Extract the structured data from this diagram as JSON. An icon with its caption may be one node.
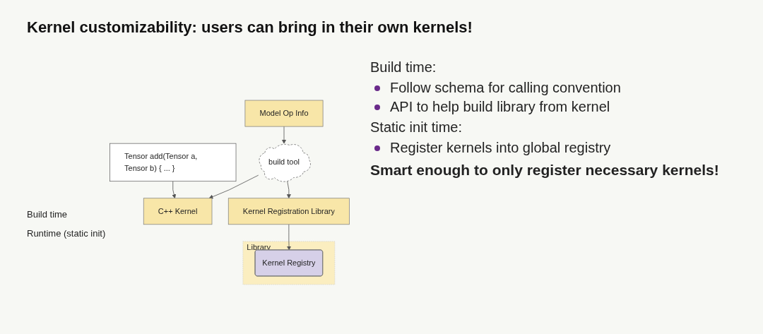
{
  "diagram": {
    "title": "Kernel customizability: users can bring in their own kernels!",
    "nodes": [
      {
        "text": [
          "Tensor add(Tensor a, Tensor b) { ... }"
        ]
      },
      {
        "text": [
          "C++ Kernel"
        ]
      },
      {
        "text": [
          "build tool"
        ]
      },
      {
        "text": [
          "Model Op Info"
        ]
      },
      {
        "text": [
          "Kernel Registration Library"
        ]
      },
      {
        "text": [
          "Library"
        ]
      },
      {
        "text": [
          "Kernel Registry"
        ],
        "in": 5
      }
    ],
    "edges": [
      {
        "from": 0,
        "to": 1,
        "arrow": "to"
      },
      {
        "from": 2,
        "to": 1,
        "arrow": "to"
      },
      {
        "from": 3,
        "to": 2,
        "arrow": "to"
      },
      {
        "from": 2,
        "to": 4,
        "arrow": "to"
      },
      {
        "from": 4,
        "to": 6,
        "arrow": "to"
      }
    ],
    "labels": [
      "Build time",
      "Runtime (static init)",
      "Build time:",
      "Follow schema for calling convention",
      "API to help build library from kernel",
      "Static init time:",
      "Register kernels into global registry",
      "Smart enough to only register necessary kernels!"
    ]
  }
}
